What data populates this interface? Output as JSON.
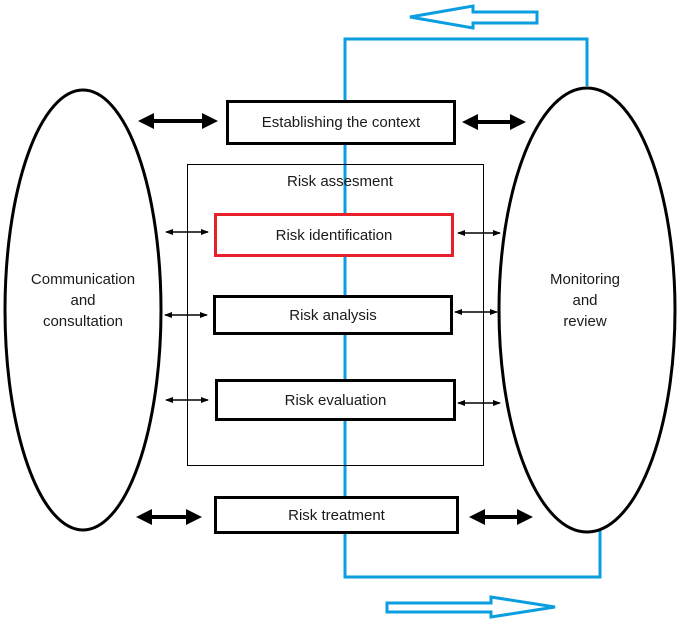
{
  "diagram": {
    "colors": {
      "feedback_loop": "#0a9ee0",
      "highlight": "#e8202a",
      "stroke": "#000000"
    },
    "left_ellipse": {
      "lines": [
        "Communication",
        "and",
        "consultation"
      ]
    },
    "right_ellipse": {
      "lines": [
        "Monitoring",
        "and",
        "review"
      ]
    },
    "boxes": {
      "context": "Establishing the context",
      "assessment_frame": "Risk assesment",
      "identification": "Risk identification",
      "analysis": "Risk analysis",
      "evaluation": "Risk evaluation",
      "treatment": "Risk treatment"
    },
    "flow_arrows": {
      "top": "left",
      "bottom": "right"
    },
    "highlighted_step": "Risk identification"
  }
}
